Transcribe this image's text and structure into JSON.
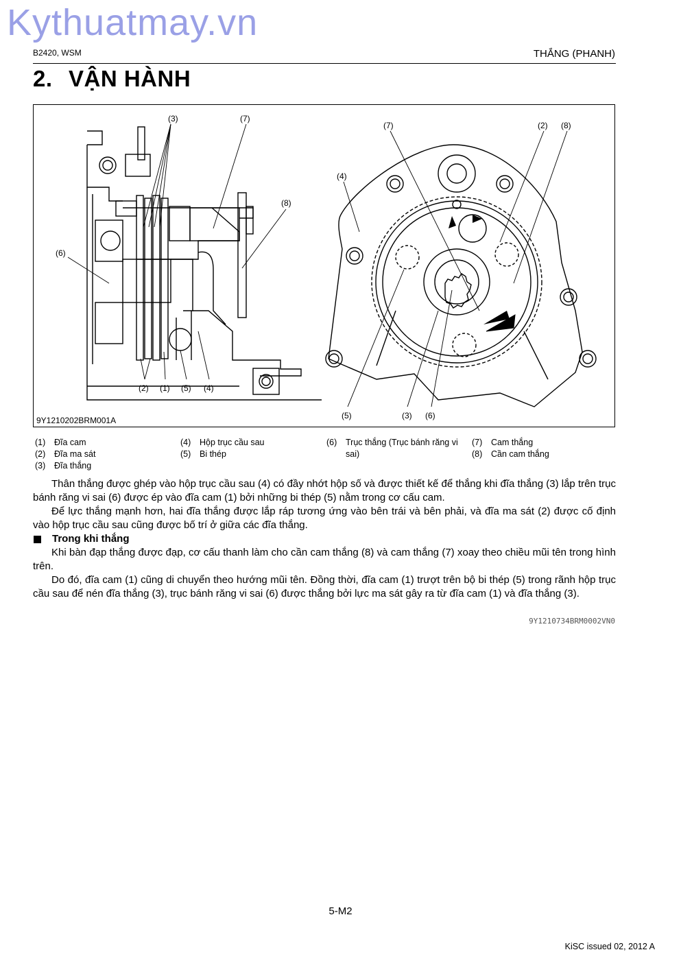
{
  "watermark": "Kythuatmay.vn",
  "header": {
    "model": "B2420, WSM",
    "section": "THẮNG (PHANH)"
  },
  "title": {
    "number": "2.",
    "text": "VẬN HÀNH"
  },
  "figure": {
    "code": "9Y1210202BRM001A",
    "left_callouts": {
      "c3": "(3)",
      "c7": "(7)",
      "c8": "(8)",
      "c6": "(6)",
      "c2": "(2)",
      "c1": "(1)",
      "c5": "(5)",
      "c4": "(4)"
    },
    "right_callouts": {
      "c7": "(7)",
      "c2": "(2)",
      "c8": "(8)",
      "c4": "(4)",
      "c5": "(5)",
      "c3": "(3)",
      "c6": "(6)"
    }
  },
  "legend": [
    {
      "num": "(1)",
      "text": "Đĩa cam"
    },
    {
      "num": "(2)",
      "text": "Đĩa ma sát"
    },
    {
      "num": "(3)",
      "text": "Đĩa thắng"
    },
    {
      "num": "(4)",
      "text": "Hộp trục cầu sau"
    },
    {
      "num": "(5)",
      "text": "Bi thép"
    },
    {
      "num": "(6)",
      "text": "Trục thắng (Trục bánh răng vi",
      "text2": "sai)"
    },
    {
      "num": "(7)",
      "text": "Cam thắng"
    },
    {
      "num": "(8)",
      "text": "Cần cam thắng"
    }
  ],
  "body": {
    "p1": "Thân thắng được ghép vào hộp trục cầu sau (4) có đầy nhớt hộp số và được thiết kế để thắng khi đĩa thắng (3) lắp trên trục bánh răng vi sai (6) được ép vào đĩa cam (1) bởi những bi thép (5) nằm trong cơ cấu cam.",
    "p2": "Để lực thắng mạnh hơn, hai đĩa thắng được lắp ráp tương ứng vào bên trái và bên phải, và đĩa ma sát (2) được cố định vào hộp trục cầu sau cũng được bố trí ở giữa các đĩa thắng.",
    "heading": "Trong khi thắng",
    "p3": "Khi bàn đạp thắng được đạp, cơ cấu thanh làm cho cần cam thắng (8) và cam thắng (7) xoay theo chiều mũi tên trong hình trên.",
    "p4": "Do đó, đĩa cam (1) cũng di chuyển theo hướng mũi tên. Đồng thời, đĩa cam (1) trượt trên bộ bi thép (5) trong rãnh hộp trục cầu sau để nén đĩa thắng (3), trục bánh răng vi sai (6) được thắng bởi lực ma sát gây ra từ đĩa cam (1) và đĩa thắng (3)."
  },
  "doc_id": "9Y1210734BRM0002VN0",
  "footer": {
    "page": "5-M2",
    "issued": "KiSC issued 02, 2012 A"
  }
}
